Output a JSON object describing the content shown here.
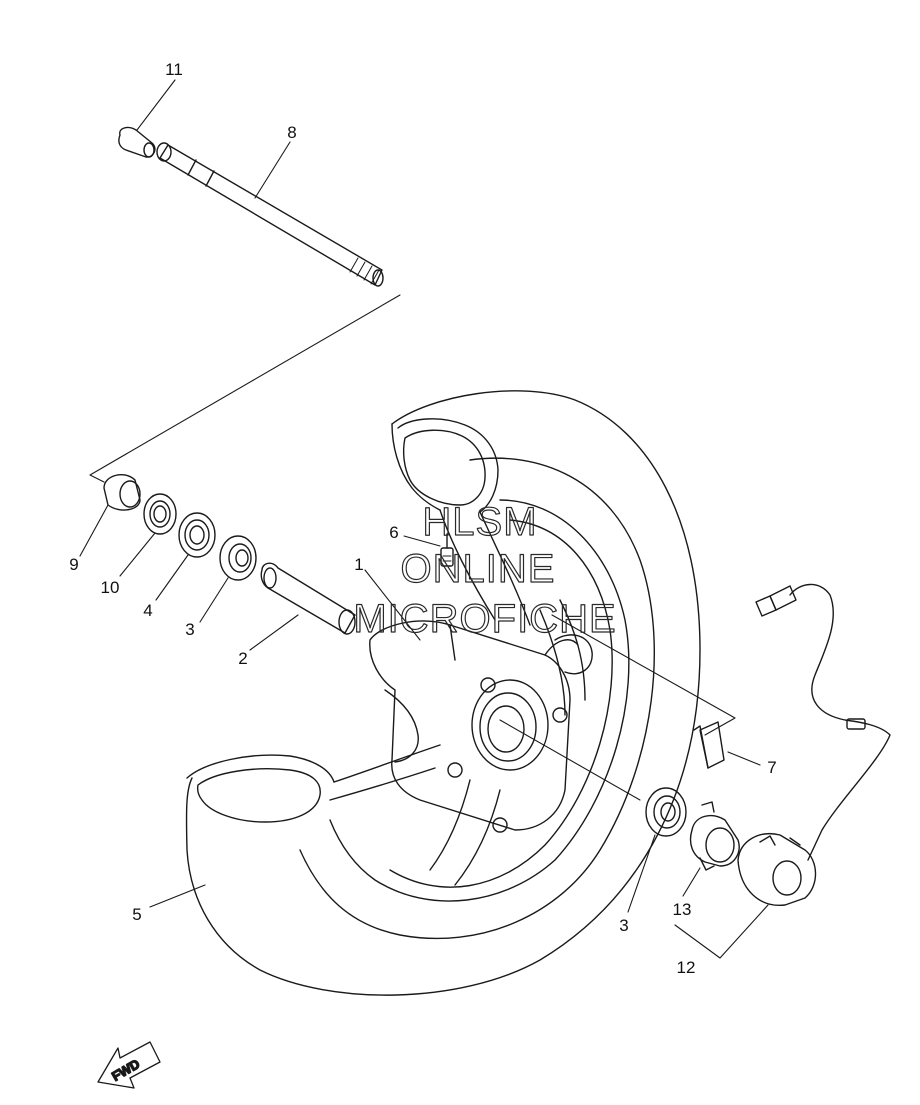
{
  "diagram": {
    "watermark": {
      "line1": "HLSM",
      "line2": "ONLINE",
      "line3": "MICROFICHE"
    },
    "direction_badge": "FWD",
    "callouts": [
      {
        "id": "1",
        "label": "1"
      },
      {
        "id": "2",
        "label": "2"
      },
      {
        "id": "3a",
        "label": "3"
      },
      {
        "id": "3b",
        "label": "3"
      },
      {
        "id": "4",
        "label": "4"
      },
      {
        "id": "5",
        "label": "5"
      },
      {
        "id": "6",
        "label": "6"
      },
      {
        "id": "7",
        "label": "7"
      },
      {
        "id": "8",
        "label": "8"
      },
      {
        "id": "9",
        "label": "9"
      },
      {
        "id": "10",
        "label": "10"
      },
      {
        "id": "11",
        "label": "11"
      },
      {
        "id": "12",
        "label": "12"
      },
      {
        "id": "13",
        "label": "13"
      }
    ]
  }
}
